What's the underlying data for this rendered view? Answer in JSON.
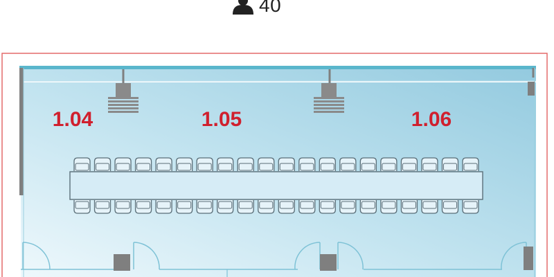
{
  "capacity": {
    "icon": "person-icon",
    "value": "40"
  },
  "rooms": [
    {
      "label": "1.04"
    },
    {
      "label": "1.05"
    },
    {
      "label": "1.06"
    }
  ],
  "layout": {
    "type": "boardroom",
    "chairs_per_side": 20,
    "total_chairs": 40
  },
  "colors": {
    "room_label": "#d0202e",
    "outline": "#e46a6a",
    "wall": "#5ab6cc",
    "floor_light": "#e3f2f8",
    "floor_dark": "#9fd0e3",
    "fixture": "#7f7f7f"
  }
}
